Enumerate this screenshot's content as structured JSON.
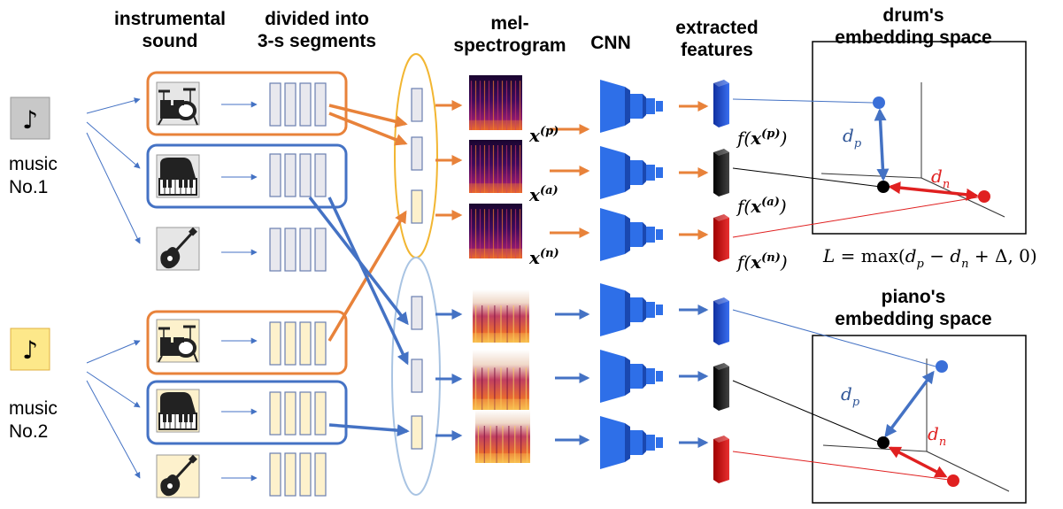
{
  "headers": {
    "instrumental_l1": "instrumental",
    "instrumental_l2": "sound",
    "divided_l1": "divided into",
    "divided_l2": "3-s segments",
    "mel_l1": "mel-",
    "mel_l2": "spectrogram",
    "cnn": "CNN",
    "extracted_l1": "extracted",
    "extracted_l2": "features",
    "drum_space_l1": "drum's",
    "drum_space_l2": "embedding space",
    "piano_space_l1": "piano's",
    "piano_space_l2": "embedding space"
  },
  "music1": {
    "l1": "music",
    "l2": "No.1"
  },
  "music2": {
    "l1": "music",
    "l2": "No.2"
  },
  "note_glyph": "♪",
  "icons": [
    "drum-kit-icon",
    "piano-icon",
    "guitar-icon"
  ],
  "spectro_labels": {
    "p": "x(p)",
    "a": "x(a)",
    "n": "x(n)"
  },
  "feature_labels": {
    "p": "f(x(p))",
    "a": "f(x(a))",
    "n": "f(x(n))"
  },
  "dist_labels": {
    "dp": "dp",
    "dn": "dn"
  },
  "loss": "L = max(dp − dn + Δ, 0)",
  "colors": {
    "orange": "#e8823a",
    "blue": "#4472c4",
    "gray_box": "#c8c8c8",
    "yellow_box": "#fde88a",
    "yellow_ellipse": "#f2b632",
    "light_blue_ellipse": "#a9c4e3",
    "positive": "#3a6fd8",
    "negative": "#e02020",
    "anchor": "#000000",
    "segment_gray": "#e8e8ee",
    "segment_yellow": "#fdf1cc"
  }
}
